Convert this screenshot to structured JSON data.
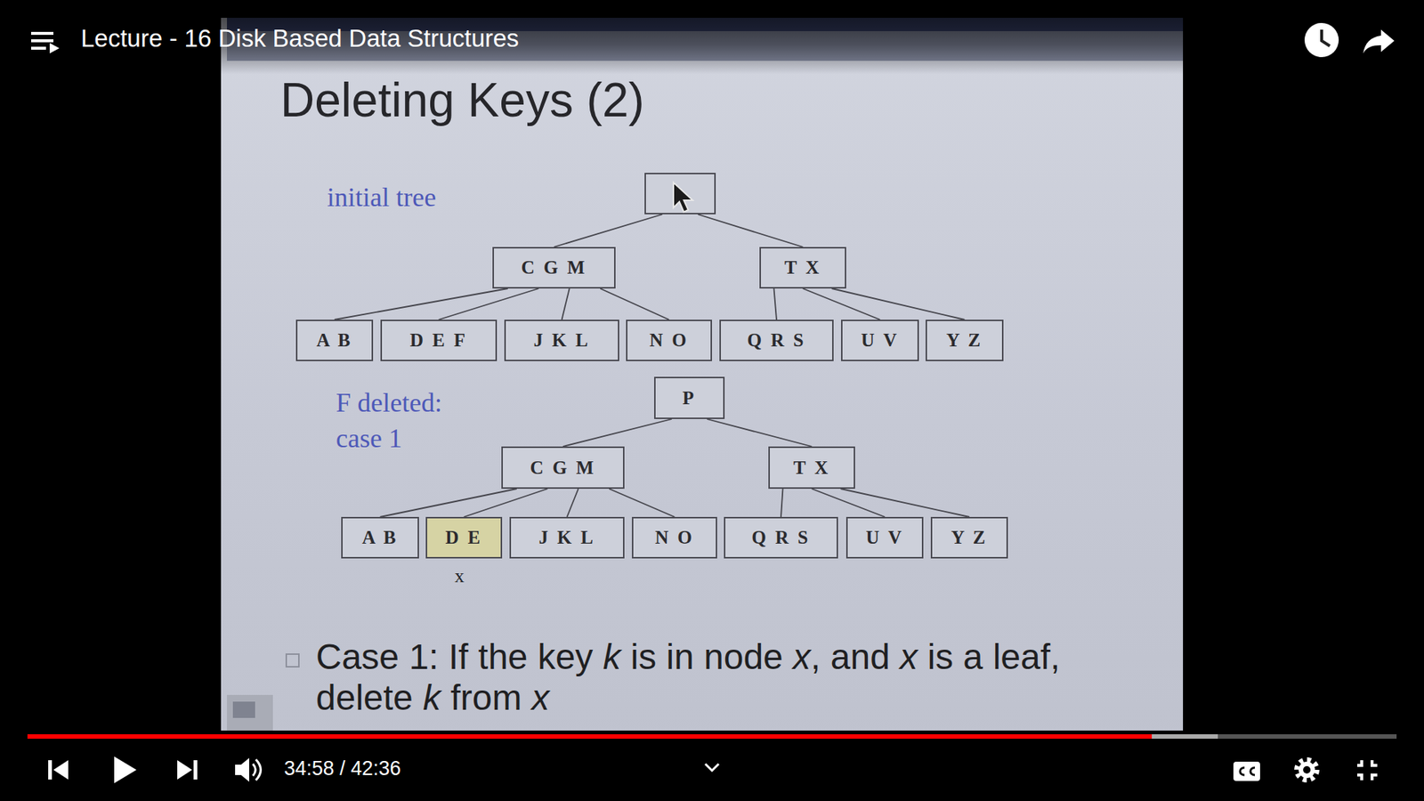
{
  "diagram": {
    "title": "Deleting Keys (2)",
    "nodes": [
      {
        "text": []
      },
      {
        "text": [
          "C G M"
        ]
      },
      {
        "text": [
          "T X"
        ]
      },
      {
        "text": [
          "A B"
        ]
      },
      {
        "text": [
          "D E F"
        ]
      },
      {
        "text": [
          "J K L"
        ]
      },
      {
        "text": [
          "N O"
        ]
      },
      {
        "text": [
          "Q R S"
        ]
      },
      {
        "text": [
          "U V"
        ]
      },
      {
        "text": [
          "Y Z"
        ]
      },
      {
        "text": [
          "P"
        ]
      },
      {
        "text": [
          "C G M"
        ]
      },
      {
        "text": [
          "T X"
        ]
      },
      {
        "text": [
          "A B"
        ]
      },
      {
        "text": [
          "D E"
        ]
      },
      {
        "text": [
          "J K L"
        ]
      },
      {
        "text": [
          "N O"
        ]
      },
      {
        "text": [
          "Q R S"
        ]
      },
      {
        "text": [
          "U V"
        ]
      },
      {
        "text": [
          "Y Z"
        ]
      }
    ],
    "edges": [
      {
        "from": 0,
        "to": 1,
        "arrow": "none"
      },
      {
        "from": 0,
        "to": 2,
        "arrow": "none"
      },
      {
        "from": 1,
        "to": 3,
        "arrow": "none"
      },
      {
        "from": 1,
        "to": 4,
        "arrow": "none"
      },
      {
        "from": 1,
        "to": 5,
        "arrow": "none"
      },
      {
        "from": 1,
        "to": 6,
        "arrow": "none"
      },
      {
        "from": 2,
        "to": 7,
        "arrow": "none"
      },
      {
        "from": 2,
        "to": 8,
        "arrow": "none"
      },
      {
        "from": 2,
        "to": 9,
        "arrow": "none"
      },
      {
        "from": 10,
        "to": 11,
        "arrow": "none"
      },
      {
        "from": 10,
        "to": 12,
        "arrow": "none"
      },
      {
        "from": 11,
        "to": 13,
        "arrow": "none"
      },
      {
        "from": 11,
        "to": 14,
        "arrow": "none"
      },
      {
        "from": 11,
        "to": 15,
        "arrow": "none"
      },
      {
        "from": 11,
        "to": 16,
        "arrow": "none"
      },
      {
        "from": 12,
        "to": 17,
        "arrow": "none"
      },
      {
        "from": 12,
        "to": 18,
        "arrow": "none"
      },
      {
        "from": 12,
        "to": 19,
        "arrow": "none"
      }
    ],
    "labels": [
      "Lecture - 16 Disk Based Data Structures",
      "initial tree",
      "F deleted: case 1",
      "x",
      "Case 1: If the key k is in node x, and x is a leaf, delete k from x",
      "34:58 / 42:36"
    ]
  }
}
